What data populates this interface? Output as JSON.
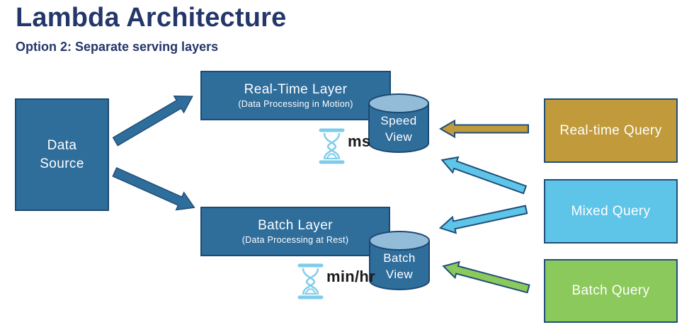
{
  "title": "Lambda Architecture",
  "subtitle": "Option 2: Separate serving layers",
  "colors": {
    "heading_navy": "#24376B",
    "steel_blue": "#2F6D9B",
    "steel_border": "#1C4A72",
    "outline_navy": "#1F4E79",
    "gold": "#C19B3B",
    "sky_blue": "#5EC5E9",
    "green": "#8CC95C",
    "cylinder_top": "#93BCD9",
    "hourglass_blue": "#7FCCEA"
  },
  "nodes": {
    "data_source": {
      "line1": "Data",
      "line2": "Source"
    },
    "realtime_layer": {
      "name": "Real-Time Layer",
      "caption": "(Data Processing in Motion)"
    },
    "batch_layer": {
      "name": "Batch Layer",
      "caption": "(Data Processing at Rest)"
    },
    "speed_view": {
      "line1": "Speed",
      "line2": "View"
    },
    "batch_view": {
      "line1": "Batch",
      "line2": "View"
    },
    "realtime_query": {
      "label": "Real-time Query"
    },
    "mixed_query": {
      "label": "Mixed Query"
    },
    "batch_query": {
      "label": "Batch Query"
    }
  },
  "latency": {
    "speed_icon": "hourglass-icon",
    "speed_label": "ms",
    "batch_icon": "hourglass-icon",
    "batch_label": "min/hr"
  },
  "edges": [
    {
      "from": "data-source",
      "to": "realtime-layer"
    },
    {
      "from": "data-source",
      "to": "batch-layer"
    },
    {
      "from": "realtime-query",
      "to": "speed-view"
    },
    {
      "from": "mixed-query",
      "to": "speed-view"
    },
    {
      "from": "mixed-query",
      "to": "batch-view"
    },
    {
      "from": "batch-query",
      "to": "batch-view"
    }
  ]
}
